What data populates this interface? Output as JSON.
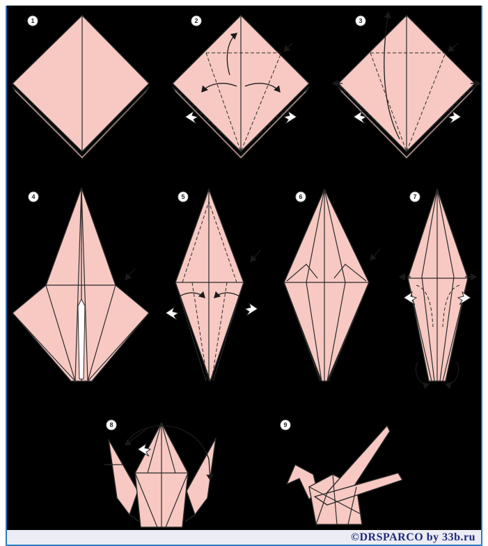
{
  "steps": [
    "1",
    "2",
    "3",
    "4",
    "5",
    "6",
    "7",
    "8",
    "9"
  ],
  "credit": "©DRSPARCO  by  33b.ru",
  "colors": {
    "background": "#000000",
    "paper": "#f7c9c2",
    "border": "#2a7bc4",
    "credit": "#1e2a7a"
  }
}
